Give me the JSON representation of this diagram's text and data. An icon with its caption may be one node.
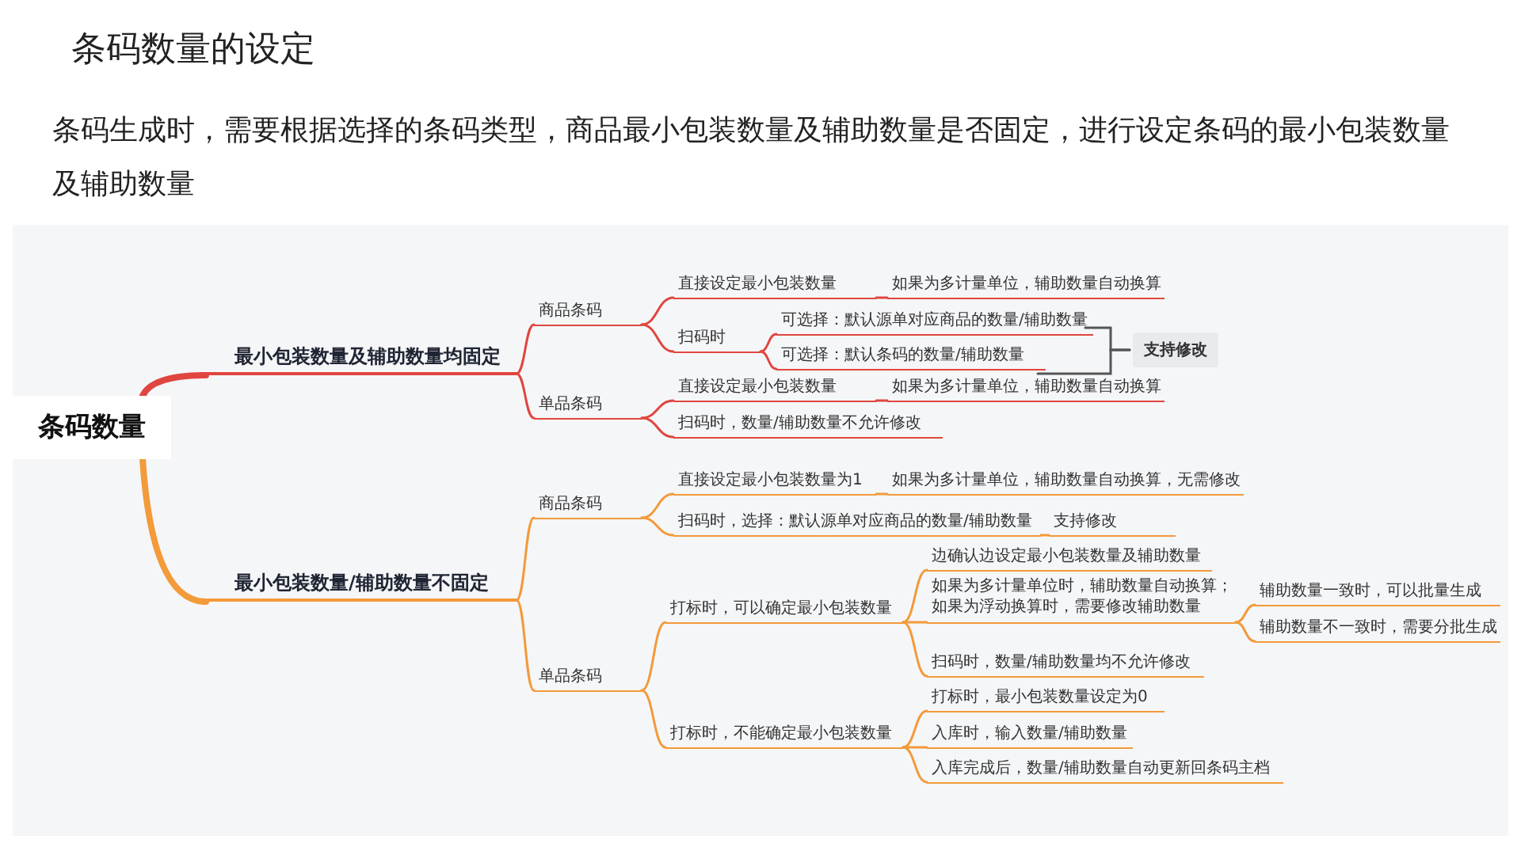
{
  "diagram": {
    "title": "条码数量的设定",
    "nodes": [
      {
        "text": [
          "条码数量"
        ]
      },
      {
        "text": [
          "最小包装数量及辅助数量均固定"
        ]
      },
      {
        "text": [
          "商品条码"
        ]
      },
      {
        "text": [
          "直接设定最小包装数量"
        ]
      },
      {
        "text": [
          "如果为多计量单位，辅助数量自动换算"
        ]
      },
      {
        "text": [
          "扫码时"
        ]
      },
      {
        "text": [
          "可选择：默认源单对应商品的数量/辅助数量"
        ]
      },
      {
        "text": [
          "可选择：默认条码的数量/辅助数量"
        ]
      },
      {
        "text": [
          "支持修改"
        ]
      },
      {
        "text": [
          "单品条码"
        ]
      },
      {
        "text": [
          "直接设定最小包装数量"
        ]
      },
      {
        "text": [
          "如果为多计量单位，辅助数量自动换算"
        ]
      },
      {
        "text": [
          "扫码时，数量/辅助数量不允许修改"
        ]
      },
      {
        "text": [
          "最小包装数量/辅助数量不固定"
        ]
      },
      {
        "text": [
          "商品条码"
        ]
      },
      {
        "text": [
          "直接设定最小包装数量为1"
        ]
      },
      {
        "text": [
          "如果为多计量单位，辅助数量自动换算，无需修改"
        ]
      },
      {
        "text": [
          "扫码时，选择：默认源单对应商品的数量/辅助数量"
        ]
      },
      {
        "text": [
          "支持修改"
        ]
      },
      {
        "text": [
          "单品条码"
        ]
      },
      {
        "text": [
          "打标时，可以确定最小包装数量"
        ]
      },
      {
        "text": [
          "边确认边设定最小包装数量及辅助数量"
        ]
      },
      {
        "text": [
          "如果为多计量单位时，辅助数量自动换算；如果为浮动换算时，需要修改辅助数量"
        ]
      },
      {
        "text": [
          "辅助数量一致时，可以批量生成"
        ]
      },
      {
        "text": [
          "辅助数量不一致时，需要分批生成"
        ]
      },
      {
        "text": [
          "扫码时，数量/辅助数量均不允许修改"
        ]
      },
      {
        "text": [
          "打标时，不能确定最小包装数量"
        ]
      },
      {
        "text": [
          "打标时，最小包装数量设定为0"
        ]
      },
      {
        "text": [
          "入库时，输入数量/辅助数量"
        ]
      },
      {
        "text": [
          "入库完成后，数量/辅助数量自动更新回条码主档"
        ]
      }
    ],
    "edges": [
      {
        "from": 0,
        "to": 1,
        "arrow": "none",
        "style": "thick",
        "color": "#e0463f"
      },
      {
        "from": 1,
        "to": 2,
        "arrow": "none",
        "color": "#e0463f"
      },
      {
        "from": 2,
        "to": 3,
        "arrow": "none",
        "color": "#e0463f"
      },
      {
        "from": 3,
        "to": 4,
        "arrow": "none",
        "color": "#e0463f"
      },
      {
        "from": 2,
        "to": 5,
        "arrow": "none",
        "color": "#e0463f"
      },
      {
        "from": 5,
        "to": 6,
        "arrow": "none",
        "color": "#e0463f"
      },
      {
        "from": 5,
        "to": 7,
        "arrow": "none",
        "color": "#e0463f"
      },
      {
        "from": 6,
        "to": 8,
        "arrow": "none",
        "color": "#555555"
      },
      {
        "from": 7,
        "to": 8,
        "arrow": "none",
        "color": "#555555"
      },
      {
        "from": 1,
        "to": 9,
        "arrow": "none",
        "color": "#e0463f"
      },
      {
        "from": 9,
        "to": 10,
        "arrow": "none",
        "color": "#e0463f"
      },
      {
        "from": 10,
        "to": 11,
        "arrow": "none",
        "color": "#e0463f"
      },
      {
        "from": 9,
        "to": 12,
        "arrow": "none",
        "color": "#e0463f"
      },
      {
        "from": 0,
        "to": 13,
        "arrow": "none",
        "style": "thick"
      },
      {
        "from": 13,
        "to": 14,
        "arrow": "none"
      },
      {
        "from": 14,
        "to": 15,
        "arrow": "none"
      },
      {
        "from": 15,
        "to": 16,
        "arrow": "none"
      },
      {
        "from": 14,
        "to": 17,
        "arrow": "none"
      },
      {
        "from": 17,
        "to": 18,
        "arrow": "none"
      },
      {
        "from": 13,
        "to": 19,
        "arrow": "none"
      },
      {
        "from": 19,
        "to": 20,
        "arrow": "none"
      },
      {
        "from": 20,
        "to": 21,
        "arrow": "none"
      },
      {
        "from": 20,
        "to": 22,
        "arrow": "none"
      },
      {
        "from": 22,
        "to": 23,
        "arrow": "none"
      },
      {
        "from": 22,
        "to": 24,
        "arrow": "none"
      },
      {
        "from": 20,
        "to": 25,
        "arrow": "none"
      },
      {
        "from": 19,
        "to": 26,
        "arrow": "none"
      },
      {
        "from": 26,
        "to": 27,
        "arrow": "none"
      },
      {
        "from": 26,
        "to": 28,
        "arrow": "none"
      },
      {
        "from": 26,
        "to": 29,
        "arrow": "none"
      }
    ],
    "labels": [
      "条码生成时，需要根据选择的条码类型，商品最小包装数量及辅助数量是否固定，进行设定条码的最小包装数量及辅助数量"
    ]
  }
}
